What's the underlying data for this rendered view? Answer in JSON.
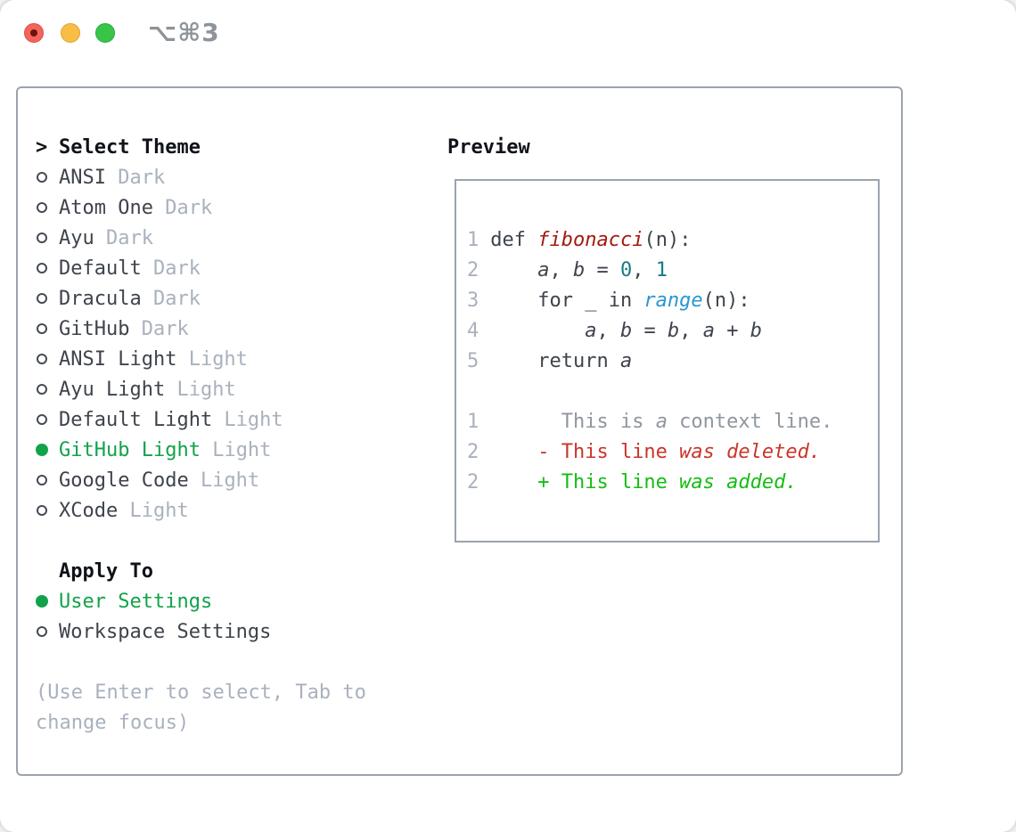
{
  "window": {
    "title": "⌥⌘3",
    "traffic_lights": [
      "close",
      "minimize",
      "zoom"
    ]
  },
  "colors": {
    "selection_green": "#12a24b",
    "added_green": "#14bd14",
    "deleted_red": "#ca3529",
    "function_red": "#a31a10",
    "number_teal": "#167d86",
    "builtin_blue": "#2a96d3",
    "muted_gray": "#a9b1bd",
    "text_dark": "#3e434c",
    "border_gray": "#9ba3ae"
  },
  "theme_picker": {
    "heading": "Select Theme",
    "heading_prefix": ">",
    "items": [
      {
        "name": "ANSI",
        "variant": "Dark",
        "selected": false
      },
      {
        "name": "Atom One",
        "variant": "Dark",
        "selected": false
      },
      {
        "name": "Ayu",
        "variant": "Dark",
        "selected": false
      },
      {
        "name": "Default",
        "variant": "Dark",
        "selected": false
      },
      {
        "name": "Dracula",
        "variant": "Dark",
        "selected": false
      },
      {
        "name": "GitHub",
        "variant": "Dark",
        "selected": false
      },
      {
        "name": "ANSI Light",
        "variant": "Light",
        "selected": false
      },
      {
        "name": "Ayu Light",
        "variant": "Light",
        "selected": false
      },
      {
        "name": "Default Light",
        "variant": "Light",
        "selected": false
      },
      {
        "name": "GitHub Light",
        "variant": "Light",
        "selected": true
      },
      {
        "name": "Google Code",
        "variant": "Light",
        "selected": false
      },
      {
        "name": "XCode",
        "variant": "Light",
        "selected": false
      }
    ],
    "apply_to": {
      "heading": "Apply To",
      "options": [
        {
          "label": "User Settings",
          "selected": true
        },
        {
          "label": "Workspace Settings",
          "selected": false
        }
      ]
    },
    "hint_line1": "(Use Enter to select, Tab to",
    "hint_line2": "change focus)"
  },
  "preview": {
    "heading": "Preview",
    "lines": [
      {
        "num": "1",
        "tokens": [
          [
            "def ",
            "c"
          ],
          [
            "fibonacci",
            "f"
          ],
          [
            "(n):",
            "c"
          ]
        ]
      },
      {
        "num": "2",
        "tokens": [
          [
            "    ",
            "c"
          ],
          [
            "a",
            "v"
          ],
          [
            ", ",
            "c"
          ],
          [
            "b",
            "v"
          ],
          [
            " = ",
            "c"
          ],
          [
            "0",
            "n"
          ],
          [
            ", ",
            "c"
          ],
          [
            "1",
            "n"
          ]
        ]
      },
      {
        "num": "3",
        "tokens": [
          [
            "    for _ in ",
            "c"
          ],
          [
            "range",
            "r"
          ],
          [
            "(n):",
            "c"
          ]
        ]
      },
      {
        "num": "4",
        "tokens": [
          [
            "        ",
            "c"
          ],
          [
            "a",
            "v"
          ],
          [
            ", ",
            "c"
          ],
          [
            "b",
            "v"
          ],
          [
            " = ",
            "c"
          ],
          [
            "b",
            "v"
          ],
          [
            ", ",
            "c"
          ],
          [
            "a",
            "v"
          ],
          [
            " + ",
            "c"
          ],
          [
            "b",
            "v"
          ]
        ]
      },
      {
        "num": "5",
        "tokens": [
          [
            "    return ",
            "c"
          ],
          [
            "a",
            "v"
          ]
        ]
      },
      {
        "num": "",
        "tokens": []
      },
      {
        "num": "1",
        "tokens": [
          [
            "      This is ",
            "x"
          ],
          [
            "a",
            "xi"
          ],
          [
            " context line.",
            "x"
          ]
        ]
      },
      {
        "num": "2",
        "tokens": [
          [
            "    - This line ",
            "d"
          ],
          [
            "was deleted.",
            "di"
          ]
        ]
      },
      {
        "num": "2",
        "tokens": [
          [
            "    + This line ",
            "g"
          ],
          [
            "was added.",
            "gi"
          ]
        ]
      }
    ]
  }
}
